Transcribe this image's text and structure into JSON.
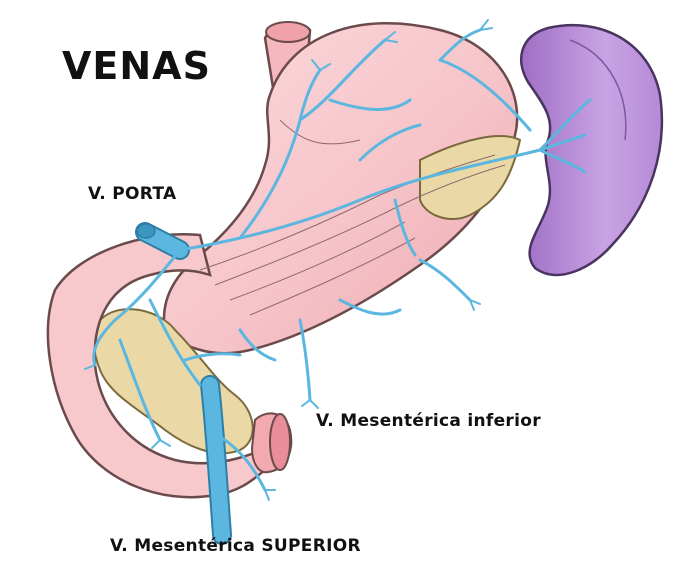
{
  "diagram": {
    "title": "VENAS",
    "labels": {
      "porta": "V. PORTA",
      "mesenterica_inferior": "V. Mesentérica inferior",
      "mesenterica_superior": "V. Mesentérica SUPERIOR"
    }
  },
  "colors": {
    "stomach": "#f7c9cd",
    "stomach_outline": "#6b4a4c",
    "spleen": "#b98fd6",
    "pancreas": "#ead9a6",
    "vein": "#5bb7df"
  }
}
